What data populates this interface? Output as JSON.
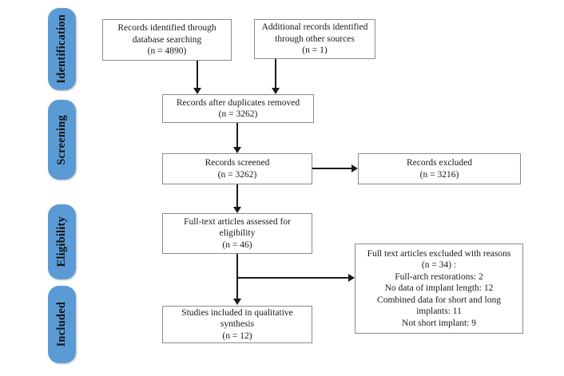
{
  "diagram": {
    "type": "prisma-flow-diagram",
    "accent_color": "#5B9BD5",
    "border_color": "#8a8a8a",
    "connector_color": "#1a1a1a",
    "background_color": "#ffffff"
  },
  "stages": [
    {
      "id": "identification",
      "label": "Identification"
    },
    {
      "id": "screening",
      "label": "Screening"
    },
    {
      "id": "eligibility",
      "label": "Eligibility"
    },
    {
      "id": "included",
      "label": "Included"
    }
  ],
  "boxes": {
    "database_records": {
      "text": "Records identified through\ndatabase searching\n(n = 4890)",
      "count": 4890
    },
    "other_records": {
      "text": "Additional records identified\nthrough other sources\n(n = 1)",
      "count": 1
    },
    "duplicates_removed": {
      "text": "Records after duplicates removed\n(n = 3262)",
      "count": 3262
    },
    "records_screened": {
      "text": "Records screened\n(n = 3262)",
      "count": 3262
    },
    "records_excluded": {
      "text": "Records excluded\n(n = 3216)",
      "count": 3216
    },
    "fulltext_assessed": {
      "text": "Full-text articles assessed for\neligibility\n(n = 46)",
      "count": 46
    },
    "fulltext_excluded": {
      "text": "Full text articles excluded with reasons\n(n = 34) :\nFull-arch restorations: 2\nNo data of implant length: 12\nCombined data for short and long\nimplants: 11\nNot short implant: 9",
      "count": 34,
      "reasons": [
        {
          "label": "Full-arch restorations",
          "count": 2
        },
        {
          "label": "No data of implant length",
          "count": 12
        },
        {
          "label": "Combined data for short and long implants",
          "count": 11
        },
        {
          "label": "Not short implant",
          "count": 9
        }
      ]
    },
    "studies_included": {
      "text": "Studies included in qualitative\nsynthesis\n(n = 12)",
      "count": 12
    }
  }
}
